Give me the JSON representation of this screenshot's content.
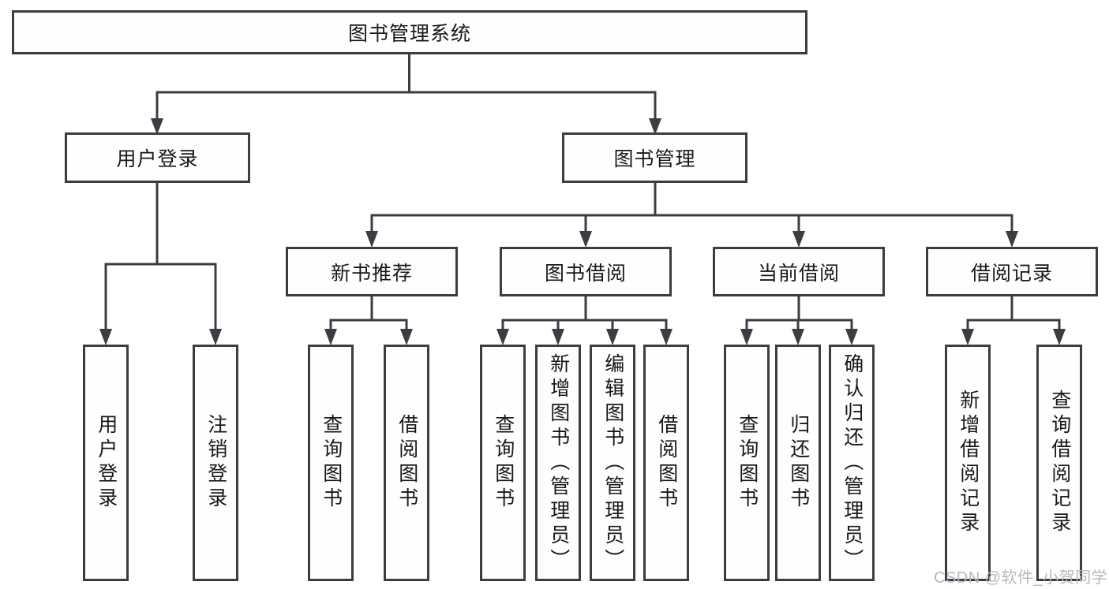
{
  "diagram": {
    "root": {
      "label": "图书管理系统"
    },
    "branches": [
      {
        "label": "用户登录",
        "children": [
          {
            "label": "用户登录"
          },
          {
            "label": "注销登录"
          }
        ]
      },
      {
        "label": "图书管理",
        "children": [
          {
            "label": "新书推荐",
            "children": [
              {
                "label": "查询图书"
              },
              {
                "label": "借阅图书"
              }
            ]
          },
          {
            "label": "图书借阅",
            "children": [
              {
                "label": "查询图书"
              },
              {
                "label": "新增图书（管理员）"
              },
              {
                "label": "编辑图书（管理员）"
              },
              {
                "label": "借阅图书"
              }
            ]
          },
          {
            "label": "当前借阅",
            "children": [
              {
                "label": "查询图书"
              },
              {
                "label": "归还图书"
              },
              {
                "label": "确认归还（管理员）"
              }
            ]
          },
          {
            "label": "借阅记录",
            "children": [
              {
                "label": "新增借阅记录"
              },
              {
                "label": "查询借阅记录"
              }
            ]
          }
        ]
      }
    ]
  },
  "watermark": {
    "text": "CSDN @软件_小贺同学"
  },
  "colors": {
    "line": "#3a3d42",
    "text": "#17181c",
    "watermark": "#b6b7c0",
    "background": "#ffffff"
  }
}
